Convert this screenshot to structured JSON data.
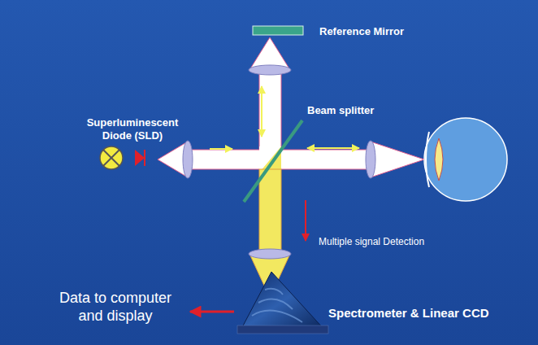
{
  "diagram": {
    "labels": [
      "Reference Mirror",
      "Superluminescent Diode (SLD)",
      "Beam splitter",
      "Multiple signal Detection",
      "Data to computer and display",
      "Spectrometer & Linear CCD"
    ]
  }
}
